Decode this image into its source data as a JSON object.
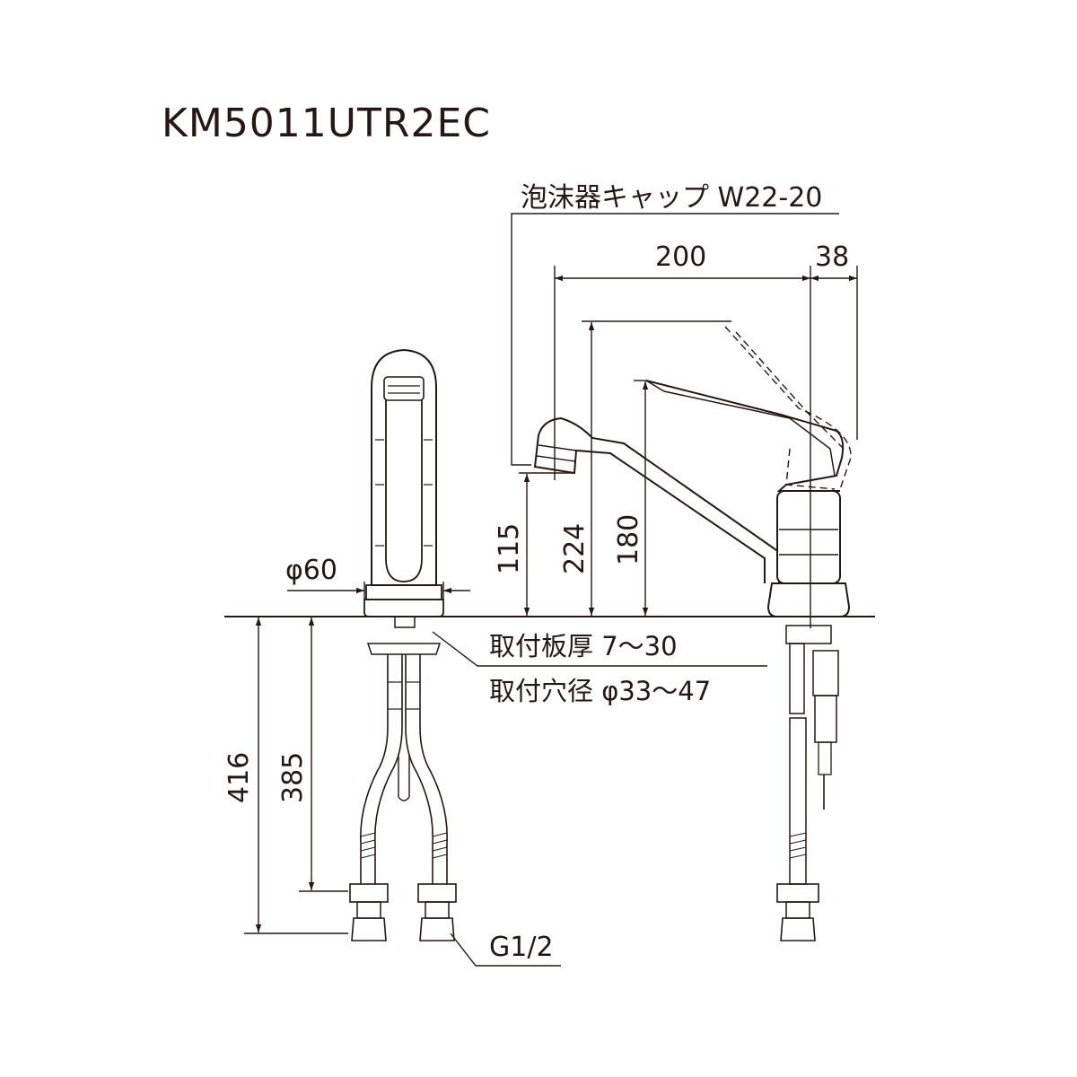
{
  "model_number": "KM5011UTR2EC",
  "labels": {
    "aerator_cap": "泡沫器キャップ W22-20",
    "mounting_plate_thickness": "取付板厚 7～30",
    "mounting_hole_diameter": "取付穴径 φ33～47",
    "connection_thread": "G1/2"
  },
  "dimensions": {
    "base_diameter": "φ60",
    "spout_reach": "200",
    "handle_offset": "38",
    "spout_outlet_height": "115",
    "spout_top_height": "224",
    "handle_height": "180",
    "overall_depth_below": "416",
    "hose_depth_below": "385"
  },
  "colors": {
    "line": "#231815",
    "background": "#ffffff"
  }
}
